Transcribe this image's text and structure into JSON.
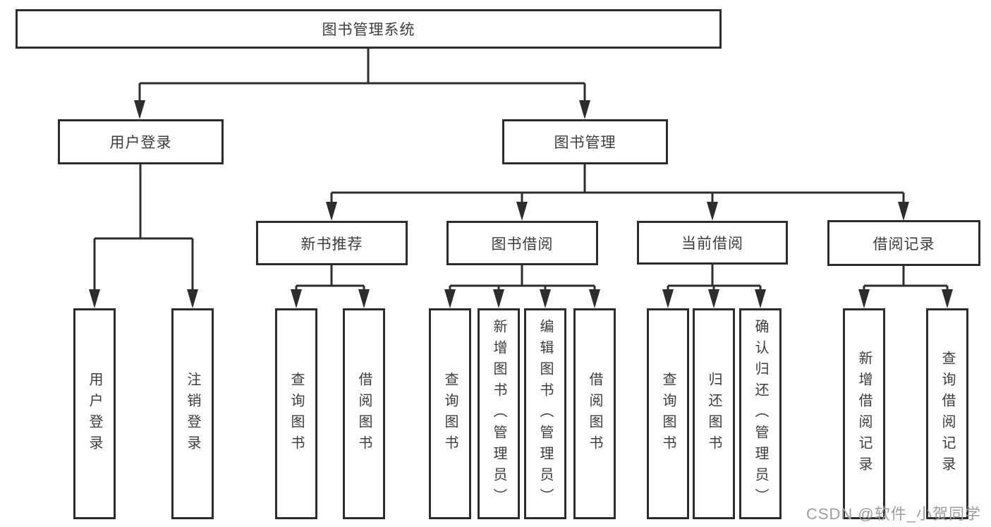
{
  "diagram": {
    "root": "图书管理系统",
    "branches": [
      {
        "label": "用户登录",
        "leaves": [
          "用户登录",
          "注销登录"
        ]
      },
      {
        "label": "图书管理",
        "sections": [
          {
            "label": "新书推荐",
            "leaves": [
              "查询图书",
              "借阅图书"
            ]
          },
          {
            "label": "图书借阅",
            "leaves": [
              "查询图书",
              "新增图书（管理员）",
              "编辑图书（管理员）",
              "借阅图书"
            ]
          },
          {
            "label": "当前借阅",
            "leaves": [
              "查询图书",
              "归还图书",
              "确认归还（管理员）"
            ]
          },
          {
            "label": "借阅记录",
            "leaves": [
              "新增借阅记录",
              "查询借阅记录"
            ]
          }
        ]
      }
    ],
    "watermark": "CSDN @软件_小贺同学",
    "colors": {
      "line": "#2d2d2d",
      "text": "#3c3c3c",
      "watermark": "#9e9e9e",
      "background": "#ffffff"
    }
  }
}
